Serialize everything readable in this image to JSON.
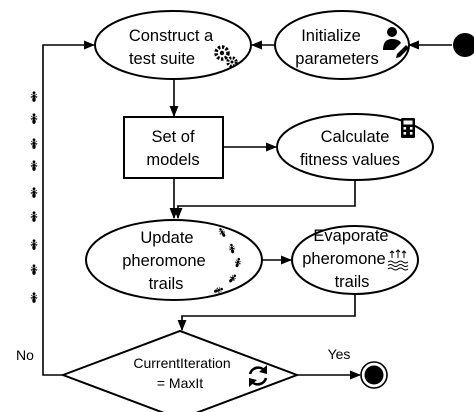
{
  "nodes": {
    "construct": {
      "line1": "Construct a",
      "line2": "test suite"
    },
    "initialize": {
      "line1": "Initialize",
      "line2": "parameters"
    },
    "models": {
      "line1": "Set of",
      "line2": "models"
    },
    "fitness": {
      "line1": "Calculate",
      "line2": "fitness values"
    },
    "update": {
      "line1": "Update",
      "line2": "pheromone",
      "line3": "trails"
    },
    "evaporate": {
      "line1": "Evaporate",
      "line2": "pheromone",
      "line3": "trails"
    },
    "decision": {
      "line1": "CurrentIteration",
      "line2": "= MaxIt"
    }
  },
  "edges": {
    "yes_label": "Yes",
    "no_label": "No"
  },
  "icons": {
    "construct": "gears-icon",
    "initialize": "user-settings-icon",
    "fitness": "calculator-icon",
    "update": "ant-trail-icon",
    "evaporate": "evaporation-icon",
    "decision": "refresh-icon",
    "loop": "ants-column-icon"
  },
  "colors": {
    "stroke": "#000000",
    "background": "#ffffff"
  }
}
